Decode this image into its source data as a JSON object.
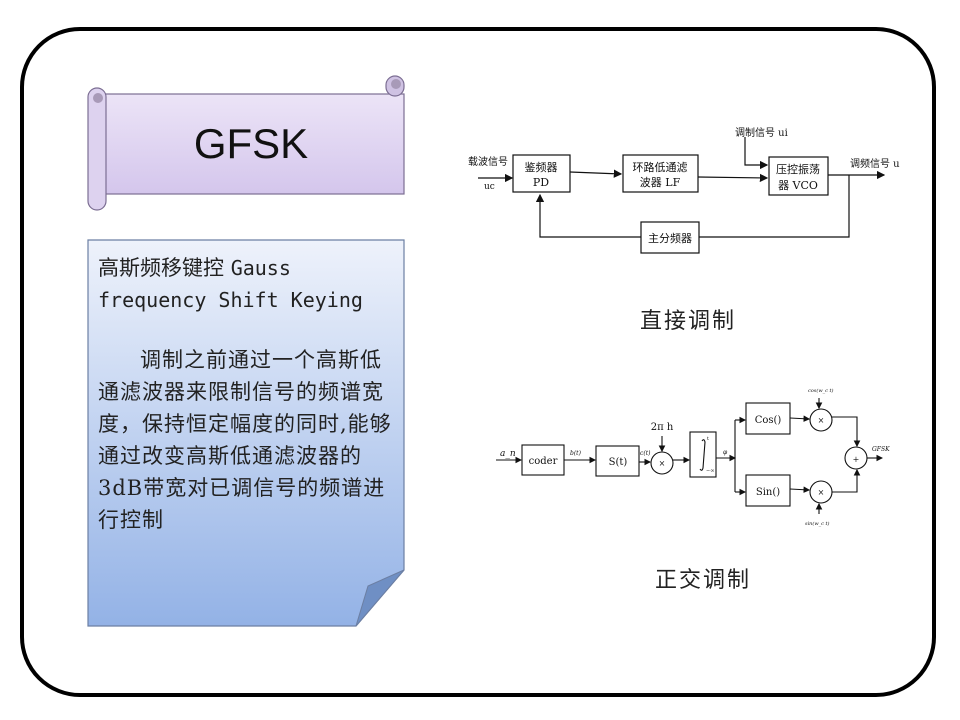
{
  "banner": {
    "title": "GFSK"
  },
  "note": {
    "heading_cn": "高斯频移键控",
    "heading_en_1": "Gauss",
    "heading_en_2": "frequency Shift Keying",
    "body": "调制之前通过一个高斯低通滤波器来限制信号的频谱宽度，保持恒定幅度的同时,能够通过改变高斯低通滤波器的3dB带宽对已调信号的频谱进行控制"
  },
  "direct_modulation": {
    "caption": "直接调制",
    "input_label": "载波信号",
    "input_symbol": "uc",
    "mod_input_label": "调制信号 ui",
    "output_label": "调频信号 uo",
    "blocks": {
      "pd_line1": "鉴频器",
      "pd_line2": "PD",
      "lf_line1": "环路低通滤",
      "lf_line2": "波器 LF",
      "vco_line1": "压控振荡",
      "vco_line2": "器 VCO",
      "divider": "主分频器"
    }
  },
  "quadrature_modulation": {
    "caption": "正交调制",
    "input_symbol": "a_n",
    "coder": "coder",
    "bt": "b(t)",
    "st": "S(t)",
    "ct": "c(t)",
    "gain": "2π h",
    "integral_upper": "t",
    "integral_lower": "−∞",
    "phase": "φ",
    "cos_block": "Cos()",
    "sin_block": "Sin()",
    "cos_carrier": "cos(w_c t)",
    "sin_carrier": "sin(w_c t)",
    "multiply": "×",
    "sum": "+",
    "output": "GFSK"
  }
}
